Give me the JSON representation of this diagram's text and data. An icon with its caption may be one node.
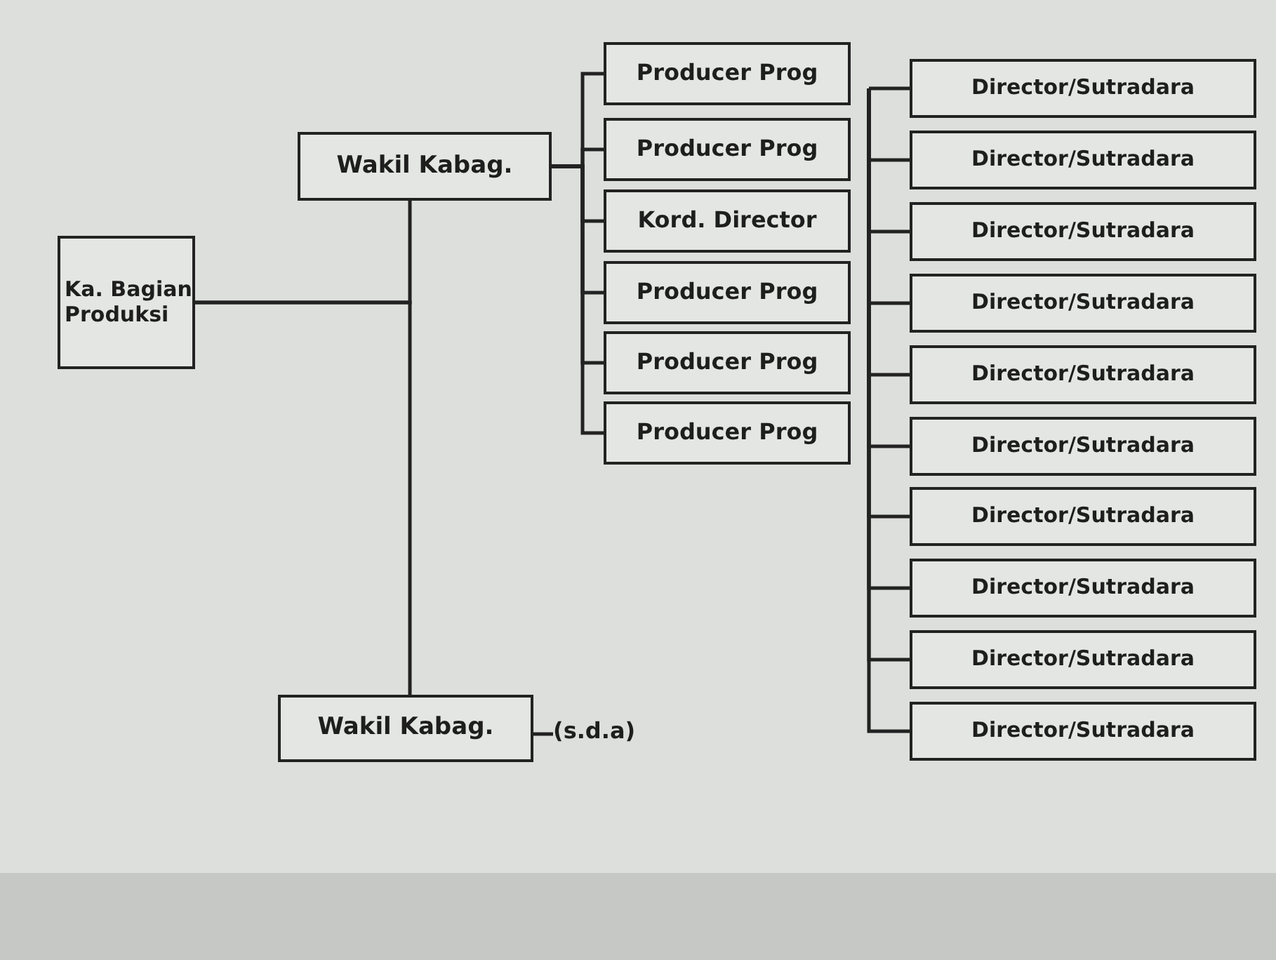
{
  "diagram": {
    "nodes": [
      {
        "text": [
          "Ka. Bagian Produksi"
        ]
      },
      {
        "text": [
          "Wakil Kabag."
        ]
      },
      {
        "text": [
          "Wakil Kabag."
        ],
        "beside": [
          "(s.d.a)"
        ]
      },
      {
        "text": [
          "Producer Prog"
        ]
      },
      {
        "text": [
          "Producer Prog"
        ]
      },
      {
        "text": [
          "Kord. Director"
        ]
      },
      {
        "text": [
          "Producer Prog"
        ]
      },
      {
        "text": [
          "Producer Prog"
        ]
      },
      {
        "text": [
          "Producer Prog"
        ]
      },
      {
        "text": [
          "Director/Sutradara"
        ]
      },
      {
        "text": [
          "Director/Sutradara"
        ]
      },
      {
        "text": [
          "Director/Sutradara"
        ]
      },
      {
        "text": [
          "Director/Sutradara"
        ]
      },
      {
        "text": [
          "Director/Sutradara"
        ]
      },
      {
        "text": [
          "Director/Sutradara"
        ]
      },
      {
        "text": [
          "Director/Sutradara"
        ]
      },
      {
        "text": [
          "Director/Sutradara"
        ]
      },
      {
        "text": [
          "Director/Sutradara"
        ]
      },
      {
        "text": [
          "Director/Sutradara"
        ]
      }
    ],
    "edges": [
      {
        "from": 0,
        "to": 1,
        "arrow": "none"
      },
      {
        "from": 0,
        "to": 2,
        "arrow": "none"
      },
      {
        "from": 1,
        "to": 3,
        "arrow": "none"
      },
      {
        "from": 1,
        "to": 4,
        "arrow": "none"
      },
      {
        "from": 1,
        "to": 5,
        "arrow": "none"
      },
      {
        "from": 1,
        "to": 6,
        "arrow": "none"
      },
      {
        "from": 1,
        "to": 7,
        "arrow": "none"
      },
      {
        "from": 1,
        "to": 8,
        "arrow": "none"
      },
      {
        "from": null,
        "to": 9,
        "arrow": "none"
      },
      {
        "from": null,
        "to": 10,
        "arrow": "none"
      },
      {
        "from": null,
        "to": 11,
        "arrow": "none"
      },
      {
        "from": null,
        "to": 12,
        "arrow": "none"
      },
      {
        "from": null,
        "to": 13,
        "arrow": "none"
      },
      {
        "from": null,
        "to": 14,
        "arrow": "none"
      },
      {
        "from": null,
        "to": 15,
        "arrow": "none"
      },
      {
        "from": null,
        "to": 16,
        "arrow": "none"
      },
      {
        "from": null,
        "to": 17,
        "arrow": "none"
      },
      {
        "from": null,
        "to": 18,
        "arrow": "none"
      }
    ]
  }
}
